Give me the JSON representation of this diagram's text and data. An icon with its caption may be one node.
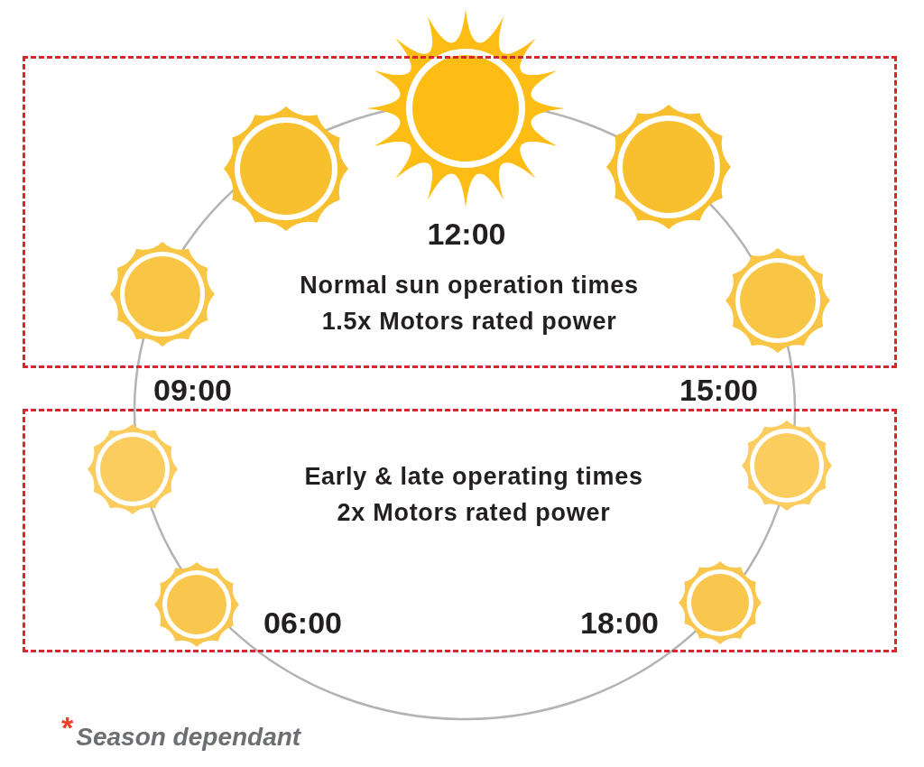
{
  "diagram": {
    "nodes": [
      {
        "text": [
          "Normal sun operation times",
          "1.5x Motors rated power"
        ]
      },
      {
        "text": [
          "Early & late operating times",
          "2x Motors rated power"
        ]
      }
    ],
    "labels": [
      "12:00",
      "09:00",
      "15:00",
      "06:00",
      "18:00",
      "$^{*}$Season dependant"
    ]
  }
}
